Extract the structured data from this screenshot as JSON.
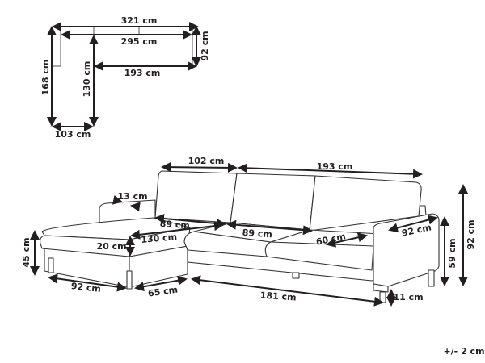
{
  "top_view": {
    "overall_length": "321 cm",
    "inner_length": "295 cm",
    "depth_right": "92 cm",
    "sofa_length": "193 cm",
    "chaise_depth": "168 cm",
    "chaise_inner": "130 cm",
    "chaise_width": "103 cm"
  },
  "perspective_view": {
    "back_left": "102 cm",
    "back_right": "193 cm",
    "armrest_left_width": "13 cm",
    "seat_depth_chaise": "89 cm",
    "chaise_seat_length": "130 cm",
    "cushion_height": "20 cm",
    "seat_depth_sofa": "89 cm",
    "seat_cushion_depth": "60 cm",
    "arm_depth": "92 cm",
    "seat_height": "45 cm",
    "arm_height": "59 cm",
    "total_height": "92 cm",
    "chaise_base_depth": "92 cm",
    "chaise_base_width": "65 cm",
    "base_length": "181 cm",
    "leg_height": "11 cm"
  },
  "tolerance": "+/- 2 cm"
}
